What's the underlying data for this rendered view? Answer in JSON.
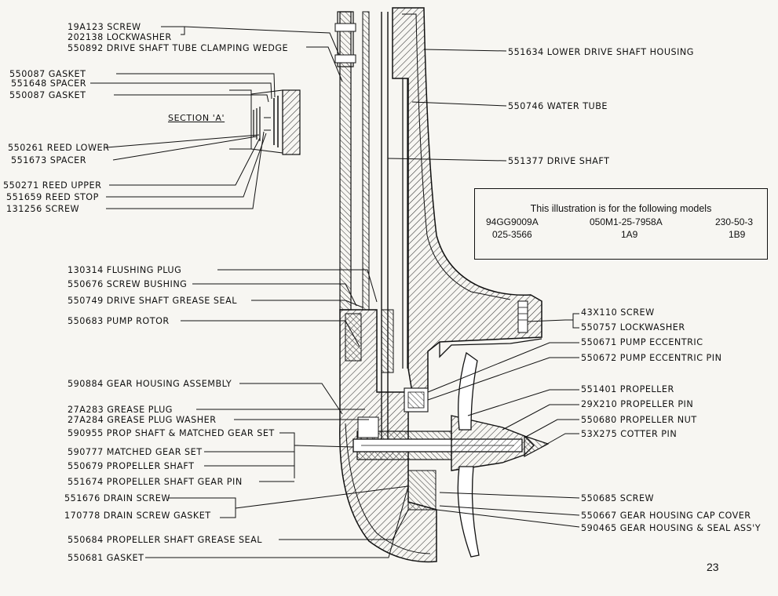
{
  "labels_left": [
    {
      "id": "screw-19a123",
      "text": "19A123 SCREW"
    },
    {
      "id": "lockwasher-202138",
      "text": "202138 LOCKWASHER"
    },
    {
      "id": "clamping-wedge-550892",
      "text": "550892 DRIVE SHAFT TUBE CLAMPING WEDGE"
    },
    {
      "id": "gasket-550087-a",
      "text": "550087 GASKET"
    },
    {
      "id": "spacer-551648",
      "text": "551648 SPACER"
    },
    {
      "id": "gasket-550087-b",
      "text": "550087 GASKET"
    },
    {
      "id": "reed-lower-550261",
      "text": "550261 REED LOWER"
    },
    {
      "id": "spacer-551673",
      "text": "551673 SPACER"
    },
    {
      "id": "reed-upper-550271",
      "text": "550271 REED UPPER"
    },
    {
      "id": "reed-stop-551659",
      "text": "551659 REED STOP"
    },
    {
      "id": "screw-131256",
      "text": "131256 SCREW"
    },
    {
      "id": "flushing-plug-130314",
      "text": "130314 FLUSHING PLUG"
    },
    {
      "id": "screw-bushing-550676",
      "text": "550676 SCREW BUSHING"
    },
    {
      "id": "grease-seal-550749",
      "text": "550749 DRIVE SHAFT GREASE SEAL"
    },
    {
      "id": "pump-rotor-550683",
      "text": "550683 PUMP ROTOR"
    },
    {
      "id": "gear-housing-590884",
      "text": "590884 GEAR HOUSING ASSEMBLY"
    },
    {
      "id": "grease-plug-27a283",
      "text": "27A283 GREASE PLUG"
    },
    {
      "id": "grease-plug-washer-27a284",
      "text": "27A284 GREASE PLUG WASHER"
    },
    {
      "id": "prop-shaft-gear-set-590955",
      "text": "590955 PROP SHAFT & MATCHED GEAR SET"
    },
    {
      "id": "matched-gear-set-590777",
      "text": "590777 MATCHED GEAR SET"
    },
    {
      "id": "propeller-shaft-550679",
      "text": "550679 PROPELLER SHAFT"
    },
    {
      "id": "prop-shaft-gear-pin-551674",
      "text": "551674 PROPELLER SHAFT GEAR PIN"
    },
    {
      "id": "drain-screw-551676",
      "text": "551676 DRAIN SCREW"
    },
    {
      "id": "drain-screw-gasket-170778",
      "text": "170778 DRAIN SCREW GASKET"
    },
    {
      "id": "prop-shaft-grease-seal-550684",
      "text": "550684 PROPELLER SHAFT GREASE SEAL"
    },
    {
      "id": "gasket-550681",
      "text": "550681 GASKET"
    }
  ],
  "labels_right": [
    {
      "id": "lower-drive-shaft-housing-551634",
      "text": "551634 LOWER DRIVE SHAFT HOUSING"
    },
    {
      "id": "water-tube-550746",
      "text": "550746 WATER TUBE"
    },
    {
      "id": "drive-shaft-551377",
      "text": "551377 DRIVE SHAFT"
    },
    {
      "id": "screw-43x110",
      "text": "43X110 SCREW"
    },
    {
      "id": "lockwasher-550757",
      "text": "550757 LOCKWASHER"
    },
    {
      "id": "pump-eccentric-550671",
      "text": "550671 PUMP ECCENTRIC"
    },
    {
      "id": "pump-eccentric-pin-550672",
      "text": "550672 PUMP ECCENTRIC PIN"
    },
    {
      "id": "propeller-551401",
      "text": "551401 PROPELLER"
    },
    {
      "id": "propeller-pin-29x210",
      "text": "29X210 PROPELLER PIN"
    },
    {
      "id": "propeller-nut-550680",
      "text": "550680 PROPELLER NUT"
    },
    {
      "id": "cotter-pin-53x275",
      "text": "53X275 COTTER PIN"
    },
    {
      "id": "screw-550685",
      "text": "550685 SCREW"
    },
    {
      "id": "gear-housing-cap-cover-550667",
      "text": "550667 GEAR HOUSING CAP COVER"
    },
    {
      "id": "gear-housing-seal-assy-590465",
      "text": "590465 GEAR HOUSING & SEAL ASS'Y"
    }
  ],
  "section_label": "SECTION 'A'",
  "models_box": {
    "title": "This illustration is for the following models",
    "row1": [
      "94GG9009A",
      "050M1-25-7958A",
      "230-50-3"
    ],
    "row2": [
      "025-3566",
      "1A9",
      "1B9"
    ]
  },
  "page_number": "23"
}
